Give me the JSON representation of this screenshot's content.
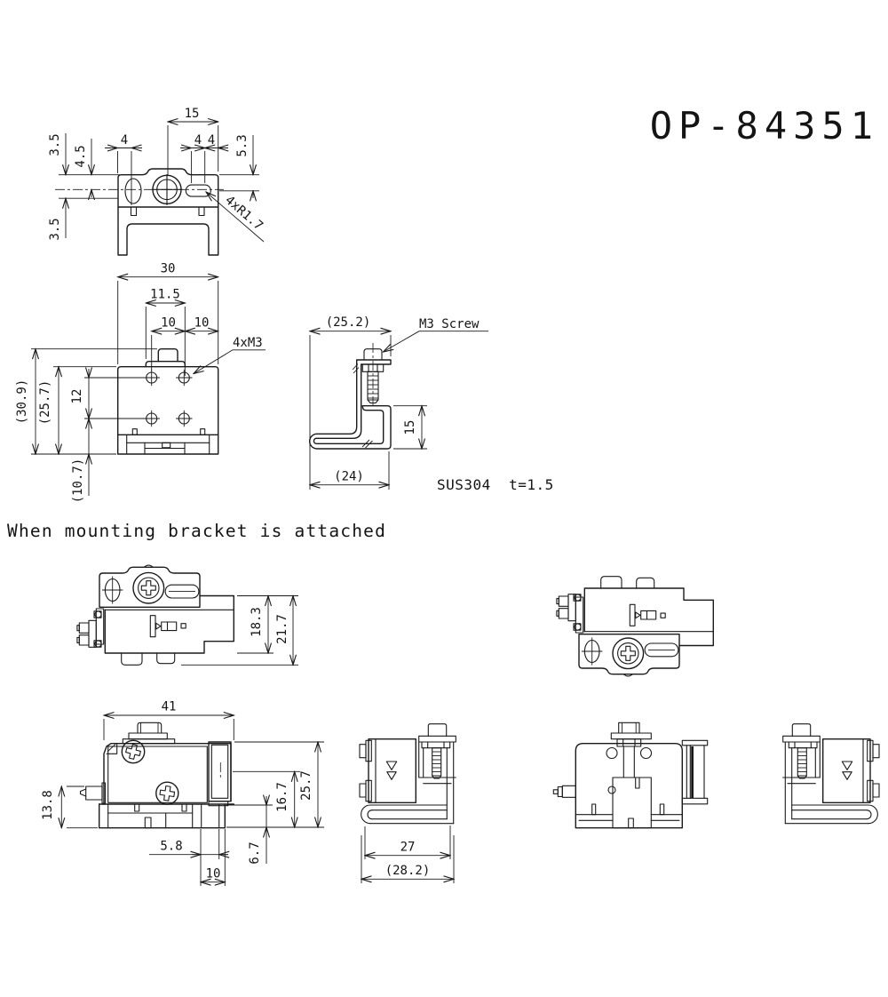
{
  "drawing": {
    "part_number": "OP-84351",
    "heading": "When mounting bracket is attached",
    "material_note": "SUS304  t=1.5"
  },
  "bracket_top_view": {
    "dims": {
      "width_15": "15",
      "slot_4_left": "4",
      "slot_4_a": "4",
      "slot_4_b": "4",
      "offset_3_5_top": "3.5",
      "offset_4_5": "4.5",
      "offset_5_3": "5.3",
      "offset_3_5_bottom": "3.5",
      "radius_note": "4xR1.7"
    }
  },
  "bracket_front_view": {
    "thread_note": "4xM3",
    "dims": {
      "width_30": "30",
      "tab_11_5": "11.5",
      "pitch_10_left": "10",
      "pitch_10_right": "10",
      "pitch_12": "12",
      "height_30_9": "(30.9)",
      "height_25_7": "(25.7)",
      "height_10_7": "(10.7)"
    }
  },
  "bracket_side_view": {
    "screw_note": "M3 Screw",
    "dims": {
      "width_25_2": "(25.2)",
      "height_15": "15",
      "width_24": "(24)"
    }
  },
  "attached_top_view": {
    "dims": {
      "height_18_3": "18.3",
      "height_21_7": "21.7"
    }
  },
  "attached_front_view": {
    "dims": {
      "width_41": "41",
      "height_13_8": "13.8",
      "height_25_7": "25.7",
      "height_16_7": "16.7",
      "height_6_7": "6.7",
      "offset_5_8": "5.8",
      "offset_10": "10"
    }
  },
  "attached_side_view": {
    "dims": {
      "width_27": "27",
      "width_28_2": "(28.2)"
    }
  }
}
